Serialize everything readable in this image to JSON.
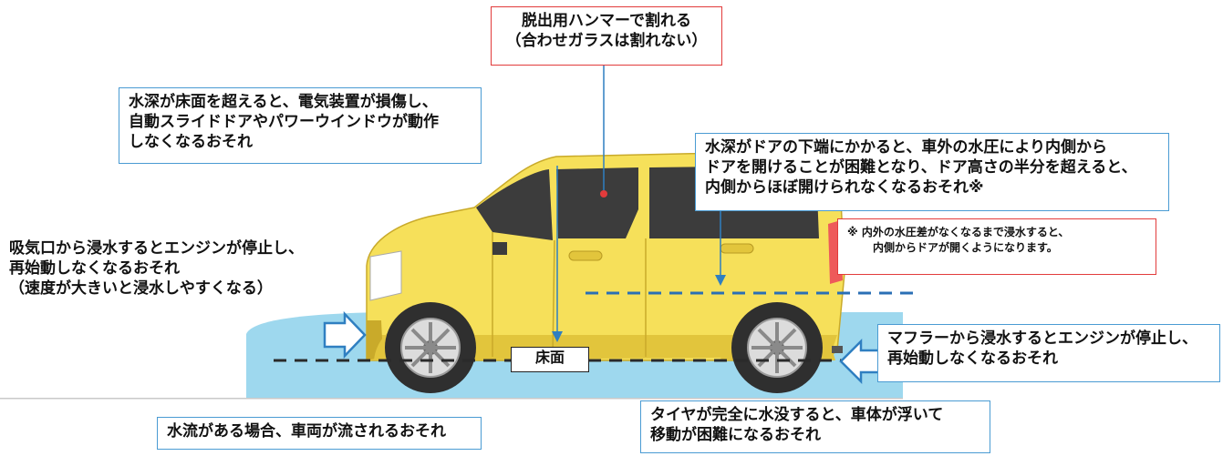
{
  "annotations": {
    "hammer": [
      "脱出用ハンマーで割れる",
      "（合わせガラスは割れない）"
    ],
    "electrical": [
      "水深が床面を超えると、電気装置が損傷し、",
      "自動スライドドアやパワーウインドウが動作",
      "しなくなるおそれ"
    ],
    "door_pressure": [
      "水深がドアの下端にかかると、車外の水圧により内側から",
      "ドアを開けることが困難となり、ドア高さの半分を超えると、",
      "内側からほぼ開けられなくなるおそれ※"
    ],
    "note": [
      "※  内外の水圧差がなくなるまで浸水すると、",
      "内側からドアが開くようになります。"
    ],
    "intake": [
      "吸気口から浸水するとエンジンが停止し、",
      "再始動しなくなるおそれ",
      "（速度が大きいと浸水しやすくなる）"
    ],
    "muffler": [
      "マフラーから浸水するとエンジンが停止し、",
      "再始動しなくなるおそれ"
    ],
    "current": [
      "水流がある場合、車両が流されるおそれ"
    ],
    "tire": [
      "タイヤが完全に水没すると、車体が浮いて",
      "移動が困難になるおそれ"
    ]
  },
  "floor_label": "床面",
  "colors": {
    "car_body": "#f6e05a",
    "car_shadow": "#e2c53c",
    "window": "#3c3c3c",
    "water": "#9ed8ee",
    "callout_border": "#4a9bd3",
    "note_border": "#e23b3b",
    "arrow": "#2f7fc1",
    "dashed_line": "#2a6fb5"
  }
}
